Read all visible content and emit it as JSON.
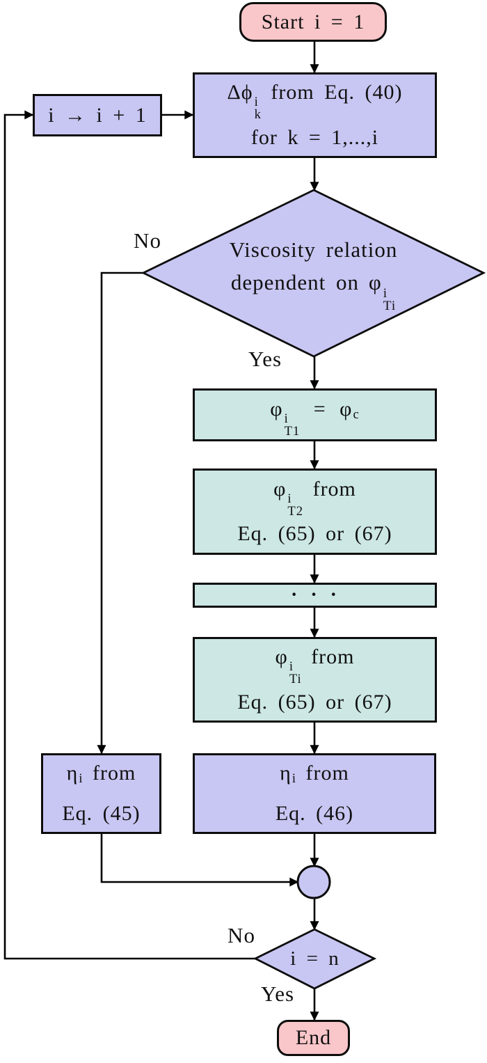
{
  "palette": {
    "terminator_fill": "#f9c6c9",
    "process_fill": "#c8c6f2",
    "assign_fill": "#cce7e4",
    "outline": "#0c0c0c",
    "background": "#ffffff"
  },
  "nodes": {
    "start": {
      "label": "Start i = 1"
    },
    "deltaphi": {
      "base": "Δϕ",
      "sup": "i",
      "sub": "k",
      "rest": "from Eq. (40)",
      "line2": "for k = 1,...,i"
    },
    "increment": {
      "label": "i → i + 1"
    },
    "viscosity_decision": {
      "line1": "Viscosity relation",
      "line2": "dependent on",
      "phi": "φ",
      "phi_sup": "i",
      "phi_sub": "Ti"
    },
    "phi_t1": {
      "phi": "φ",
      "sup": "i",
      "sub": "T1",
      "eq": "=",
      "phi2": "φ",
      "sub2": "c"
    },
    "phi_t2": {
      "phi": "φ",
      "sup": "i",
      "sub": "T2",
      "rest": "from",
      "line2": "Eq. (65) or (67)"
    },
    "dots": {
      "label": "· · ·"
    },
    "phi_ti": {
      "phi": "φ",
      "sup": "i",
      "sub": "Ti",
      "rest": "from",
      "line2": "Eq. (65) or (67)"
    },
    "eta_45": {
      "eta": "η",
      "sub": "i",
      "rest": "from",
      "line2": "Eq. (45)"
    },
    "eta_46": {
      "eta": "η",
      "sub": "i",
      "rest": "from",
      "line2": "Eq. (46)"
    },
    "n_decision": {
      "label": "i = n"
    },
    "end": {
      "label": "End"
    }
  },
  "edge_labels": {
    "viscosity_no": "No",
    "viscosity_yes": "Yes",
    "n_no": "No",
    "n_yes": "Yes"
  }
}
